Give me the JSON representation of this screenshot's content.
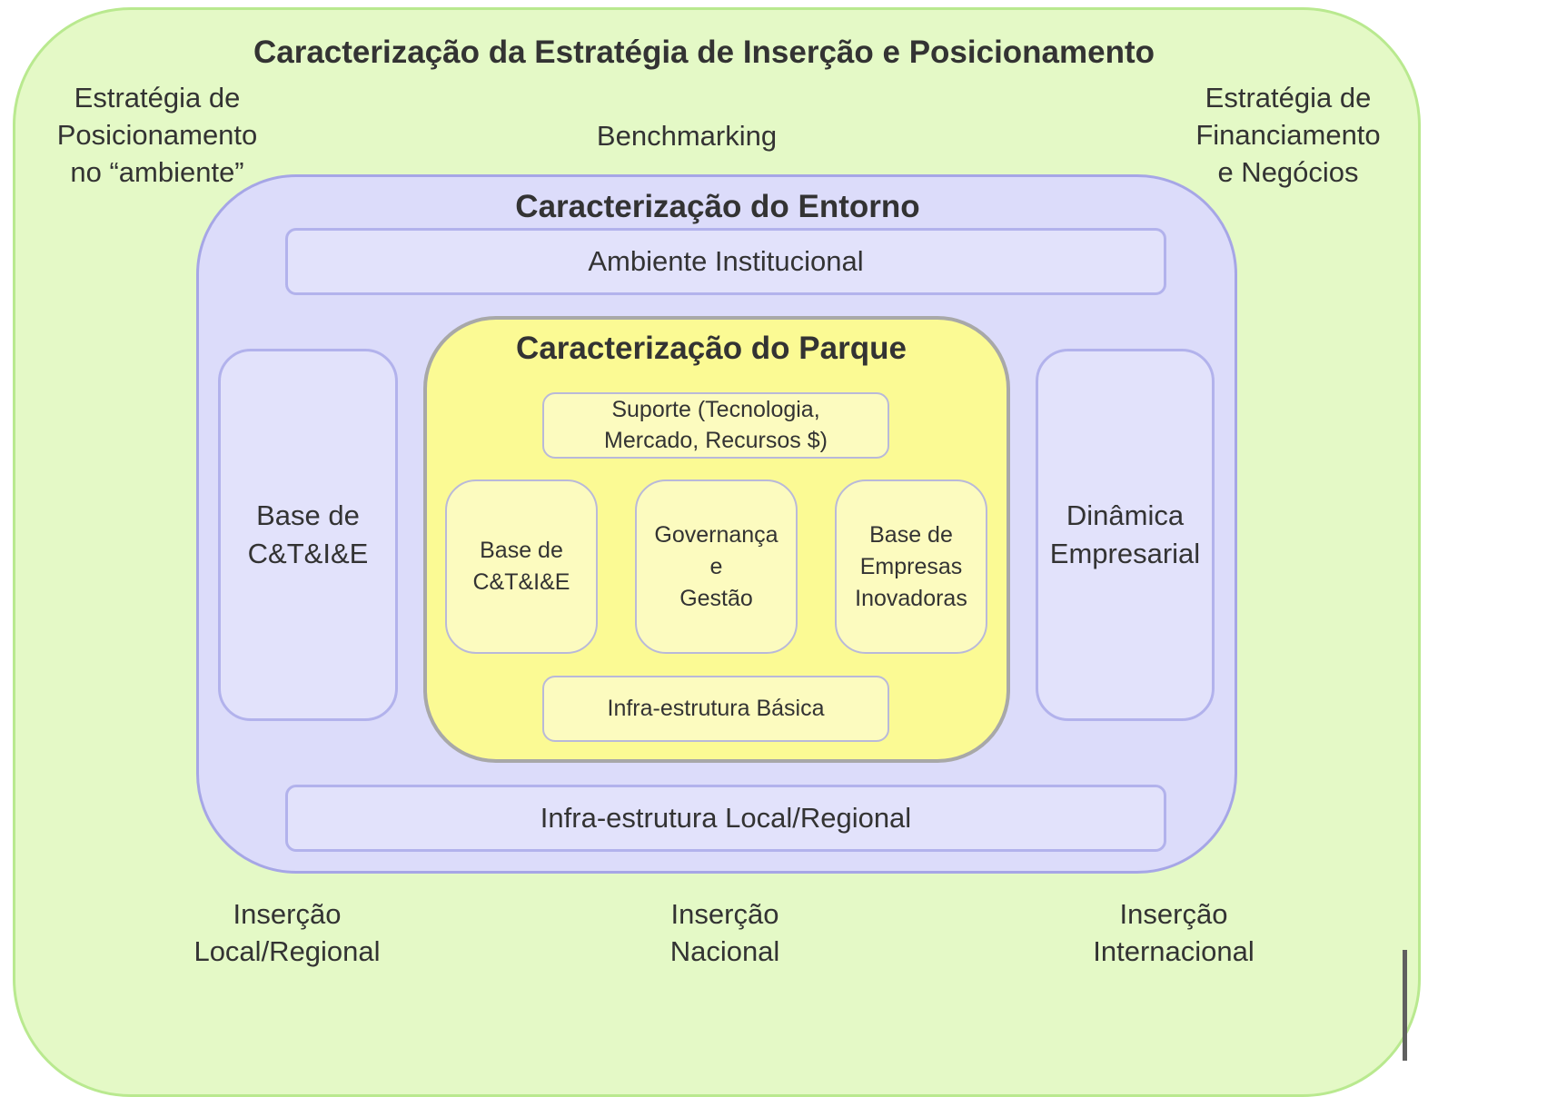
{
  "outer": {
    "title": "Caracterização da Estratégia de Inserção e Posicionamento",
    "top_left_label": "Estratégia de\nPosicionamento\nno “ambiente”",
    "top_center_label": "Benchmarking",
    "top_right_label": "Estratégia de\nFinanciamento\ne Negócios",
    "bottom_left_label": "Inserção\nLocal/Regional",
    "bottom_center_label": "Inserção\nNacional",
    "bottom_right_label": "Inserção\nInternacional"
  },
  "middle": {
    "title": "Caracterização do Entorno",
    "top_band": "Ambiente Institucional",
    "bottom_band": "Infra-estrutura Local/Regional",
    "left_pillar": "Base de\nC&T&I&E",
    "right_pillar": "Dinâmica\nEmpresarial"
  },
  "inner": {
    "title": "Caracterização do Parque",
    "top_box": "Suporte (Tecnologia,\nMercado, Recursos $)",
    "bottom_box": "Infra-estrutura Básica",
    "left_box": "Base de\nC&T&I&E",
    "center_box": "Governança\ne\nGestão",
    "right_box": "Base de\nEmpresas\nInovadoras"
  },
  "colors": {
    "outer_fill": "#e4f9c6",
    "outer_border": "#b9e98f",
    "middle_fill": "#dcdcfa",
    "middle_border": "#a6a6e6",
    "inner_fill": "#fbfa94",
    "inner_border": "#a8a8a8",
    "text": "#333333"
  }
}
